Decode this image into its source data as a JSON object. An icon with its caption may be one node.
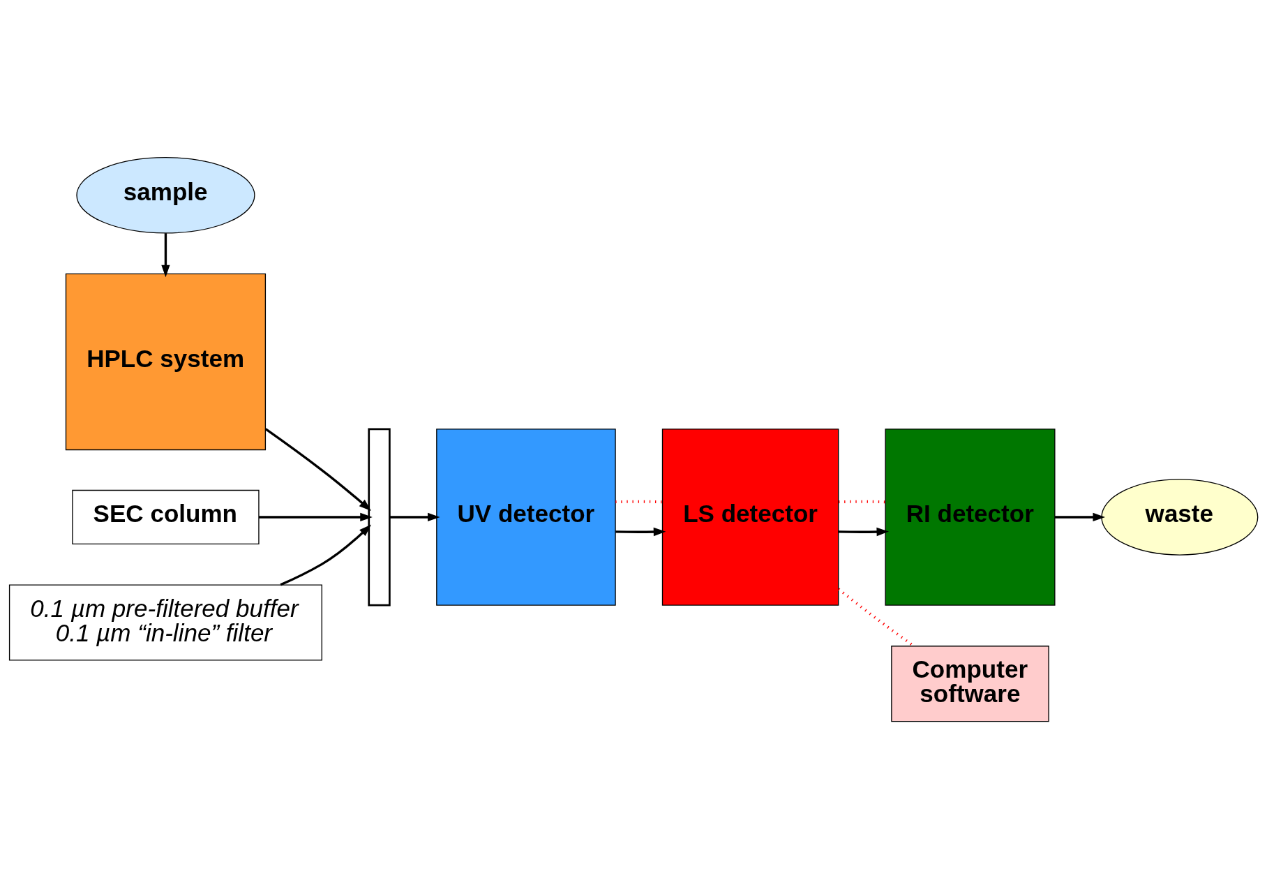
{
  "diagram": {
    "nodes": [
      {
        "text": [
          "sample"
        ]
      },
      {
        "text": [
          "HPLC system"
        ]
      },
      {
        "text": [
          "SEC column"
        ]
      },
      {
        "text": [],
        "shape": "bar"
      },
      {
        "text": [
          "UV detector"
        ]
      },
      {
        "text": [
          "LS detector"
        ]
      },
      {
        "text": [
          "RI detector"
        ]
      },
      {
        "text": [
          "waste"
        ]
      },
      {
        "text": [
          "0.1 µm pre-filtered buffer",
          "0.1 µm “in-line” filter"
        ]
      },
      {
        "text": [
          "Computer",
          "software"
        ]
      }
    ],
    "edges": [
      {
        "from": 0,
        "to": 1,
        "arrow": "to"
      },
      {
        "from": 1,
        "to": 3,
        "arrow": "to"
      },
      {
        "from": 8,
        "to": 3,
        "arrow": "to"
      },
      {
        "from": 2,
        "to": 3,
        "arrow": "to"
      },
      {
        "from": 3,
        "to": 4,
        "arrow": "to"
      },
      {
        "from": 4,
        "to": 5,
        "arrow": "to"
      },
      {
        "from": 5,
        "to": 6,
        "arrow": "to"
      },
      {
        "from": 6,
        "to": 7,
        "arrow": "to"
      },
      {
        "from": 4,
        "to": 5,
        "arrow": "none",
        "style": "dashed",
        "color": "#ff0000"
      },
      {
        "from": 5,
        "to": 9,
        "arrow": "none",
        "style": "dashed",
        "color": "#ff0000"
      },
      {
        "from": 5,
        "to": 6,
        "arrow": "none",
        "style": "dashed",
        "color": "#ff0000"
      }
    ]
  }
}
